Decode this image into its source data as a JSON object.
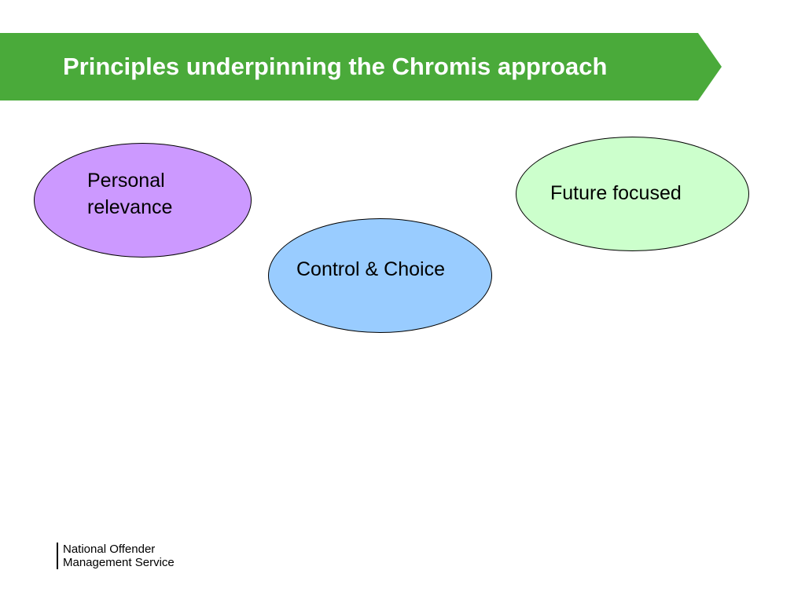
{
  "slide": {
    "title": "Principles underpinning the Chromis approach",
    "banner_color": "#4aaa3a",
    "principles": [
      {
        "label": "Personal relevance",
        "fill": "#cc99ff"
      },
      {
        "label": "Future focused",
        "fill": "#ccffcc"
      },
      {
        "label": "Control & Choice",
        "fill": "#99ccff"
      }
    ],
    "footer": {
      "line1": "National Offender",
      "line2": "Management Service"
    }
  }
}
